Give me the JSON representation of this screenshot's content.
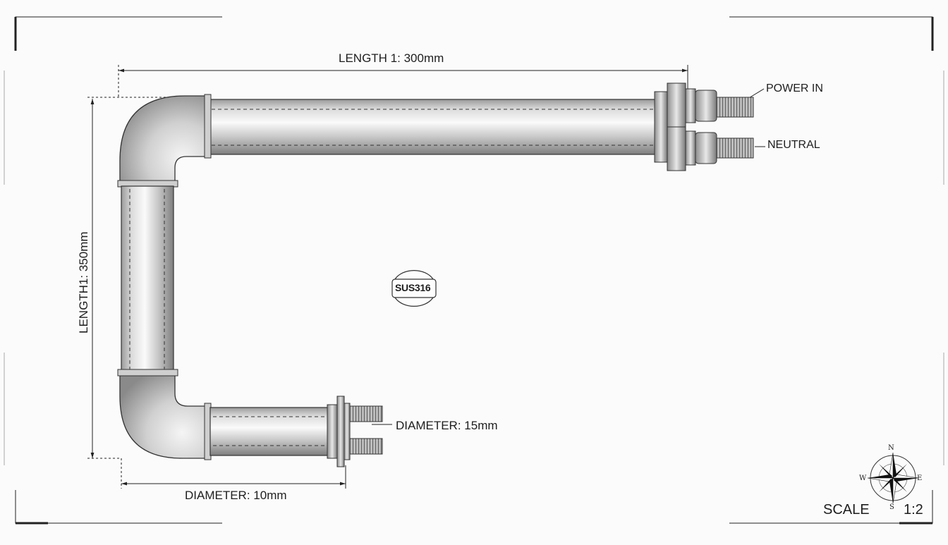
{
  "drawing": {
    "length_top": "LENGTH 1: 300mm",
    "length_left": "LENGTH1: 350mm",
    "diameter_bottom": "DIAMETER: 10mm",
    "diameter_right": "DIAMETER: 15mm",
    "terminal_power": "POWER IN",
    "terminal_neutral": "NEUTRAL",
    "material_stamp": "SUS316",
    "scale_label": "SCALE",
    "scale_value": "1:2"
  },
  "compass": {
    "north": "N",
    "south": "S",
    "east": "E",
    "west": "W"
  },
  "colors": {
    "background": "#fbfbfb",
    "line": "#222222",
    "pipe_light": "#f2f2f2",
    "pipe_dark": "#8e8e8e"
  }
}
